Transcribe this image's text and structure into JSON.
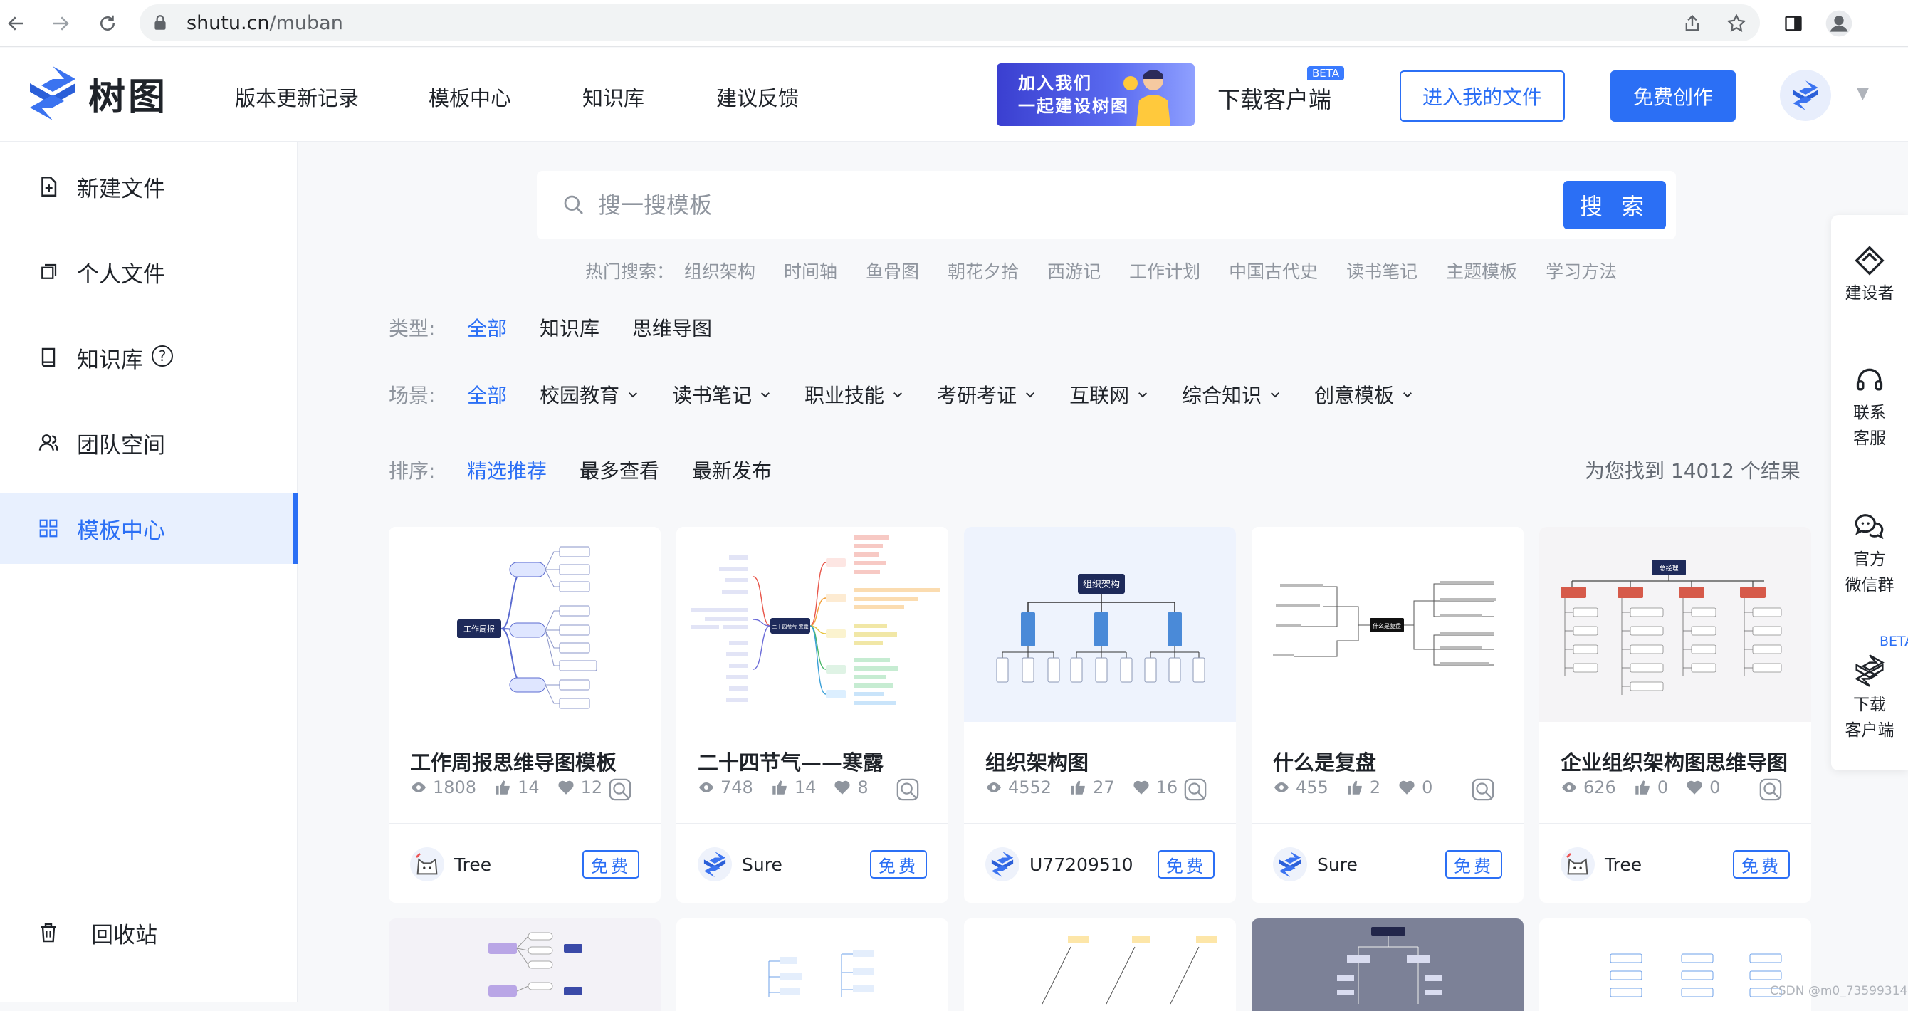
{
  "browser": {
    "url_host": "shutu.cn",
    "url_path": "/muban"
  },
  "header": {
    "logo_name": "树图",
    "nav": [
      "版本更新记录",
      "模板中心",
      "知识库",
      "建议反馈"
    ],
    "banner_line1": "加入我们",
    "banner_line2": "一起建设树图",
    "download_label": "下载客户端",
    "beta": "BETA",
    "enter_files": "进入我的文件",
    "free_create": "免费创作"
  },
  "sidebar": {
    "items": [
      {
        "label": "新建文件",
        "icon": "new-file-icon"
      },
      {
        "label": "个人文件",
        "icon": "folder-icon"
      },
      {
        "label": "知识库",
        "icon": "book-icon"
      },
      {
        "label": "团队空间",
        "icon": "team-icon"
      },
      {
        "label": "模板中心",
        "icon": "grid-icon",
        "active": true
      }
    ],
    "help": "?",
    "trash": "回收站"
  },
  "search": {
    "placeholder": "搜一搜模板",
    "button": "搜 索",
    "hot_label": "热门搜索：",
    "hot_keywords": [
      "组织架构",
      "时间轴",
      "鱼骨图",
      "朝花夕拾",
      "西游记",
      "工作计划",
      "中国古代史",
      "读书笔记",
      "主题模板",
      "学习方法"
    ]
  },
  "filters": {
    "type_label": "类型:",
    "types": [
      "全部",
      "知识库",
      "思维导图"
    ],
    "scene_label": "场景:",
    "scenes": [
      "全部",
      "校园教育",
      "读书笔记",
      "职业技能",
      "考研考证",
      "互联网",
      "综合知识",
      "创意模板"
    ],
    "sort_label": "排序:",
    "sorts": [
      "精选推荐",
      "最多查看",
      "最新发布"
    ],
    "results": "为您找到 14012 个结果"
  },
  "cards": [
    {
      "title": "工作周报思维导图模板",
      "views": "1808",
      "likes": "14",
      "favs": "12",
      "author": "Tree",
      "free": "免费",
      "center": "工作周报"
    },
    {
      "title": "二十四节气——寒露",
      "views": "748",
      "likes": "14",
      "favs": "8",
      "author": "Sure",
      "free": "免费",
      "center": "二十四节气·寒露"
    },
    {
      "title": "组织架构图",
      "views": "4552",
      "likes": "27",
      "favs": "16",
      "author": "U77209510",
      "free": "免费",
      "center": "组织架构"
    },
    {
      "title": "什么是复盘",
      "views": "455",
      "likes": "2",
      "favs": "0",
      "author": "Sure",
      "free": "免费",
      "center": "什么是复盘"
    },
    {
      "title": "企业组织架构图思维导图",
      "views": "626",
      "likes": "0",
      "favs": "0",
      "author": "Tree",
      "free": "免费",
      "center": "总经理"
    }
  ],
  "rail": {
    "builder": "建设者",
    "service_1": "联系",
    "service_2": "客服",
    "wechat_1": "官方",
    "wechat_2": "微信群",
    "beta": "BETA",
    "download_1": "下载",
    "download_2": "客户端"
  },
  "watermark": "CSDN @m0_73599314",
  "colors": {
    "accent": "#2b6ff5",
    "muted": "#8f959e"
  }
}
